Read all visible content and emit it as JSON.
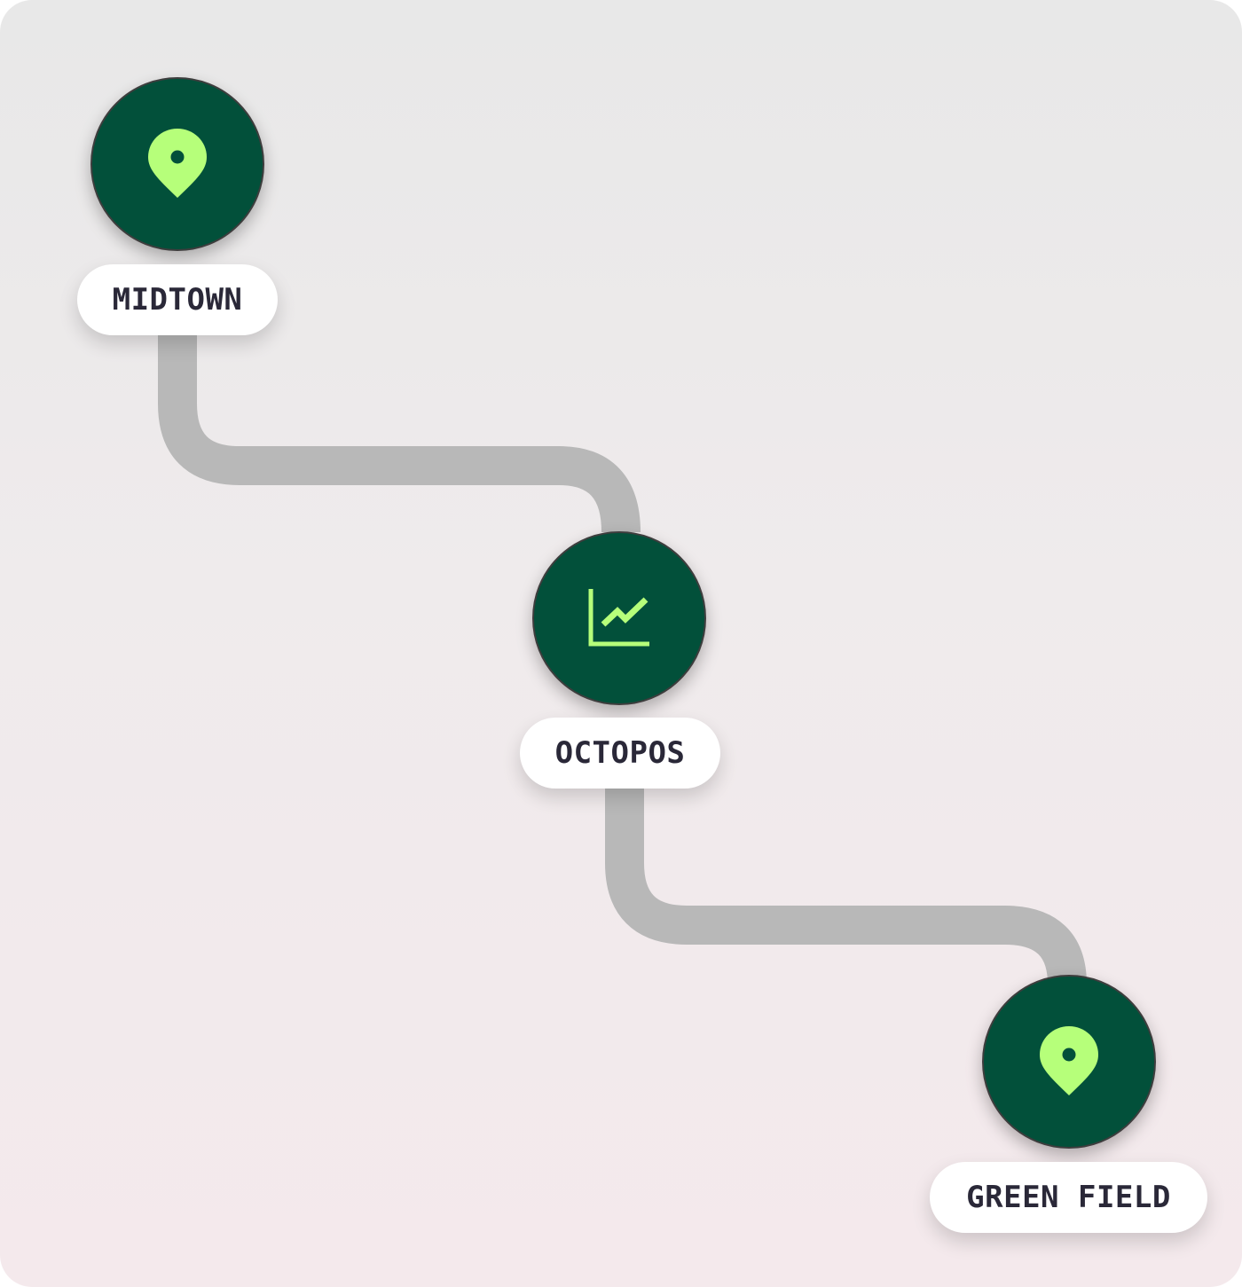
{
  "diagram": {
    "nodes": [
      {
        "id": "midtown",
        "label": "MIDTOWN",
        "icon": "location-pin-icon"
      },
      {
        "id": "octopos",
        "label": "OCTOPOS",
        "icon": "line-chart-icon"
      },
      {
        "id": "green-field",
        "label": "GREEN FIELD",
        "icon": "location-pin-icon"
      }
    ],
    "edges": [
      {
        "from": "midtown",
        "to": "octopos"
      },
      {
        "from": "octopos",
        "to": "green-field"
      }
    ]
  },
  "colors": {
    "node_fill": "#02503a",
    "icon_accent": "#b6ff7a",
    "connector": "#b8b8b8",
    "label_text": "#2a2838",
    "label_bg": "#ffffff"
  }
}
